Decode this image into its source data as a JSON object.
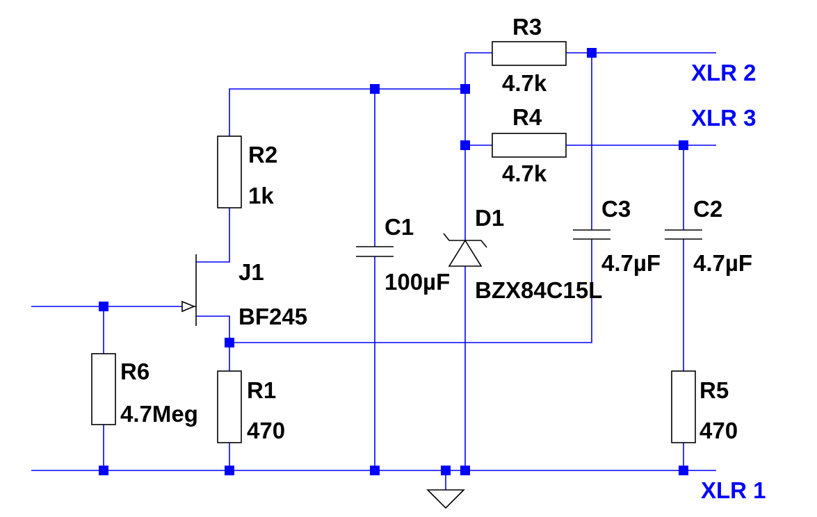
{
  "components": {
    "r1": {
      "ref": "R1",
      "value": "470"
    },
    "r2": {
      "ref": "R2",
      "value": "1k"
    },
    "r3": {
      "ref": "R3",
      "value": "4.7k"
    },
    "r4": {
      "ref": "R4",
      "value": "4.7k"
    },
    "r5": {
      "ref": "R5",
      "value": "470"
    },
    "r6": {
      "ref": "R6",
      "value": "4.7Meg"
    },
    "c1": {
      "ref": "C1",
      "value": "100µF"
    },
    "c2": {
      "ref": "C2",
      "value": "4.7µF"
    },
    "c3": {
      "ref": "C3",
      "value": "4.7µF"
    },
    "d1": {
      "ref": "D1",
      "value": "BZX84C15L"
    },
    "j1": {
      "ref": "J1",
      "value": "BF245"
    }
  },
  "nets": {
    "xlr1": "XLR 1",
    "xlr2": "XLR 2",
    "xlr3": "XLR 3"
  },
  "colors": {
    "wire": "#0000ff",
    "symbol": "#000000",
    "net_label": "#0000ff",
    "background": "#ffffff"
  }
}
